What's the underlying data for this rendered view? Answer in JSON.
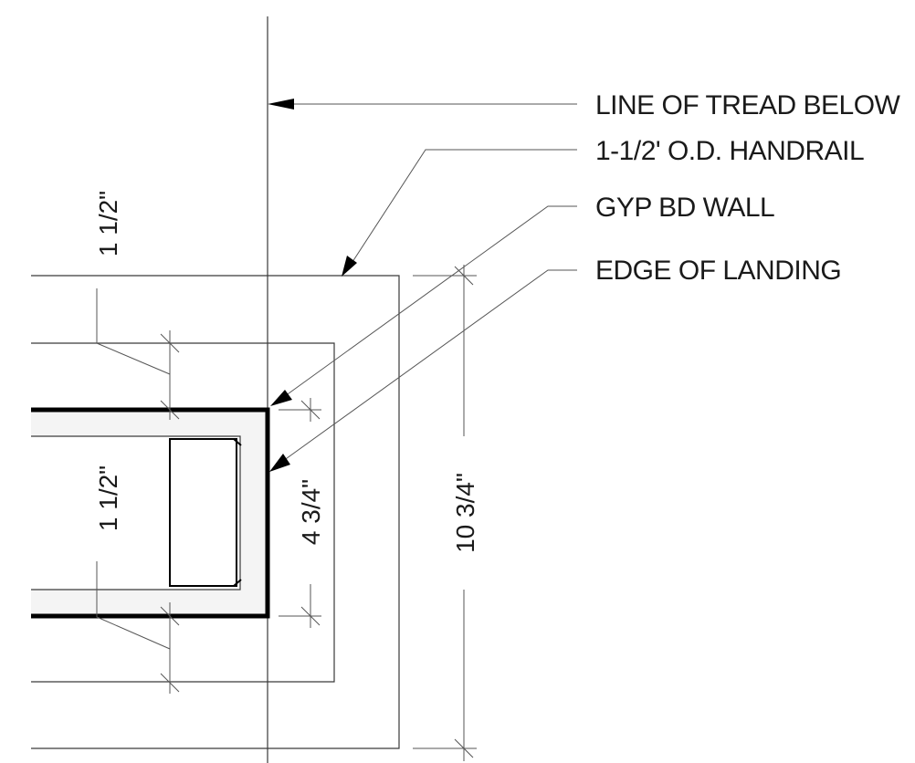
{
  "colors": {
    "line": "#3a3a3a",
    "heavy": "#000000",
    "fill": "#f4f4f4",
    "background": "#ffffff"
  },
  "notes": {
    "tread": "LINE OF TREAD BELOW",
    "handrail": "1-1/2' O.D. HANDRAIL",
    "wall": "GYP BD WALL",
    "landing": "EDGE OF LANDING"
  },
  "dimensions": {
    "top_gap": "1 1/2\"",
    "bottom_gap": "1 1/2\"",
    "rail_depth": "4 3/4\"",
    "overall": "10 3/4\""
  }
}
